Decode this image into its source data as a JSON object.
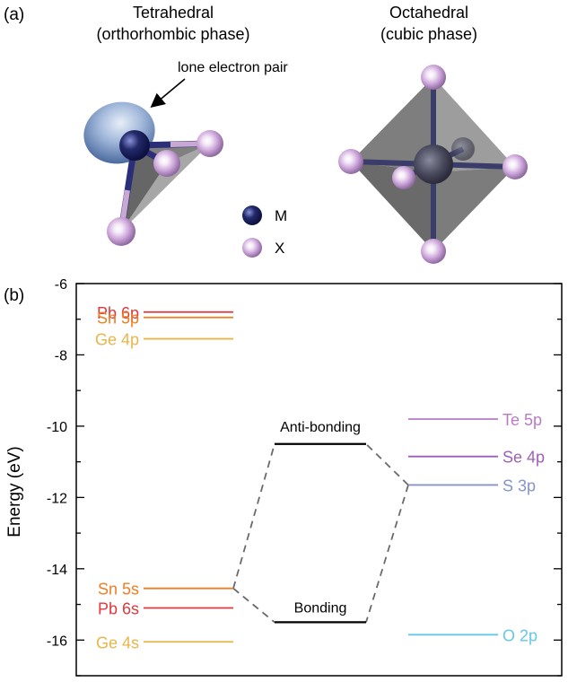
{
  "panel_a": {
    "label": "(a)",
    "left_title_1": "Tetrahedral",
    "left_title_2": "(orthorhombic phase)",
    "right_title_1": "Octahedral",
    "right_title_2": "(cubic phase)",
    "lone_pair_label": "lone electron pair",
    "legend": [
      {
        "symbol": "M",
        "color": "#232a6b"
      },
      {
        "symbol": "X",
        "color": "#c9a8d4"
      }
    ],
    "colors": {
      "metal": "#232a6b",
      "halide": "#c9a8d4",
      "lone_pair": "#5f83b8",
      "polyhedron": "#5b5b5b"
    }
  },
  "panel_b": {
    "label": "(b)"
  },
  "chart_data": {
    "type": "energy-level-diagram",
    "ylabel": "Energy (eV)",
    "ylim": [
      -17,
      -6
    ],
    "yticks": [
      -6,
      -8,
      -10,
      -12,
      -14,
      -16
    ],
    "grid": false,
    "levels": [
      {
        "name": "Pb 6p",
        "energy": -6.8,
        "column": "left",
        "color": "#e0383c"
      },
      {
        "name": "Sn 5p",
        "energy": -6.95,
        "column": "left",
        "color": "#ef7d22"
      },
      {
        "name": "Ge 4p",
        "energy": -7.55,
        "column": "left",
        "color": "#e8b54a"
      },
      {
        "name": "Sn 5s",
        "energy": -14.55,
        "column": "left",
        "color": "#ef7d22"
      },
      {
        "name": "Pb 6s",
        "energy": -15.1,
        "column": "left",
        "color": "#e0383c"
      },
      {
        "name": "Ge 4s",
        "energy": -16.05,
        "column": "left",
        "color": "#e8b54a"
      },
      {
        "name": "Anti-bonding",
        "energy": -10.5,
        "column": "middle",
        "color": "#000000"
      },
      {
        "name": "Bonding",
        "energy": -15.5,
        "column": "middle",
        "color": "#000000"
      },
      {
        "name": "Te 5p",
        "energy": -9.8,
        "column": "right",
        "color": "#b87cc4"
      },
      {
        "name": "Se 4p",
        "energy": -10.85,
        "column": "right",
        "color": "#9e5fb6"
      },
      {
        "name": "S 3p",
        "energy": -11.65,
        "column": "right",
        "color": "#8793c8"
      },
      {
        "name": "O 2p",
        "energy": -15.85,
        "column": "right",
        "color": "#64c8e8"
      }
    ],
    "connectors": [
      {
        "from": "Sn 5s",
        "to": "Anti-bonding"
      },
      {
        "from": "Sn 5s",
        "to": "Bonding"
      },
      {
        "from": "S 3p",
        "to": "Anti-bonding"
      },
      {
        "from": "S 3p",
        "to": "Bonding"
      }
    ]
  }
}
